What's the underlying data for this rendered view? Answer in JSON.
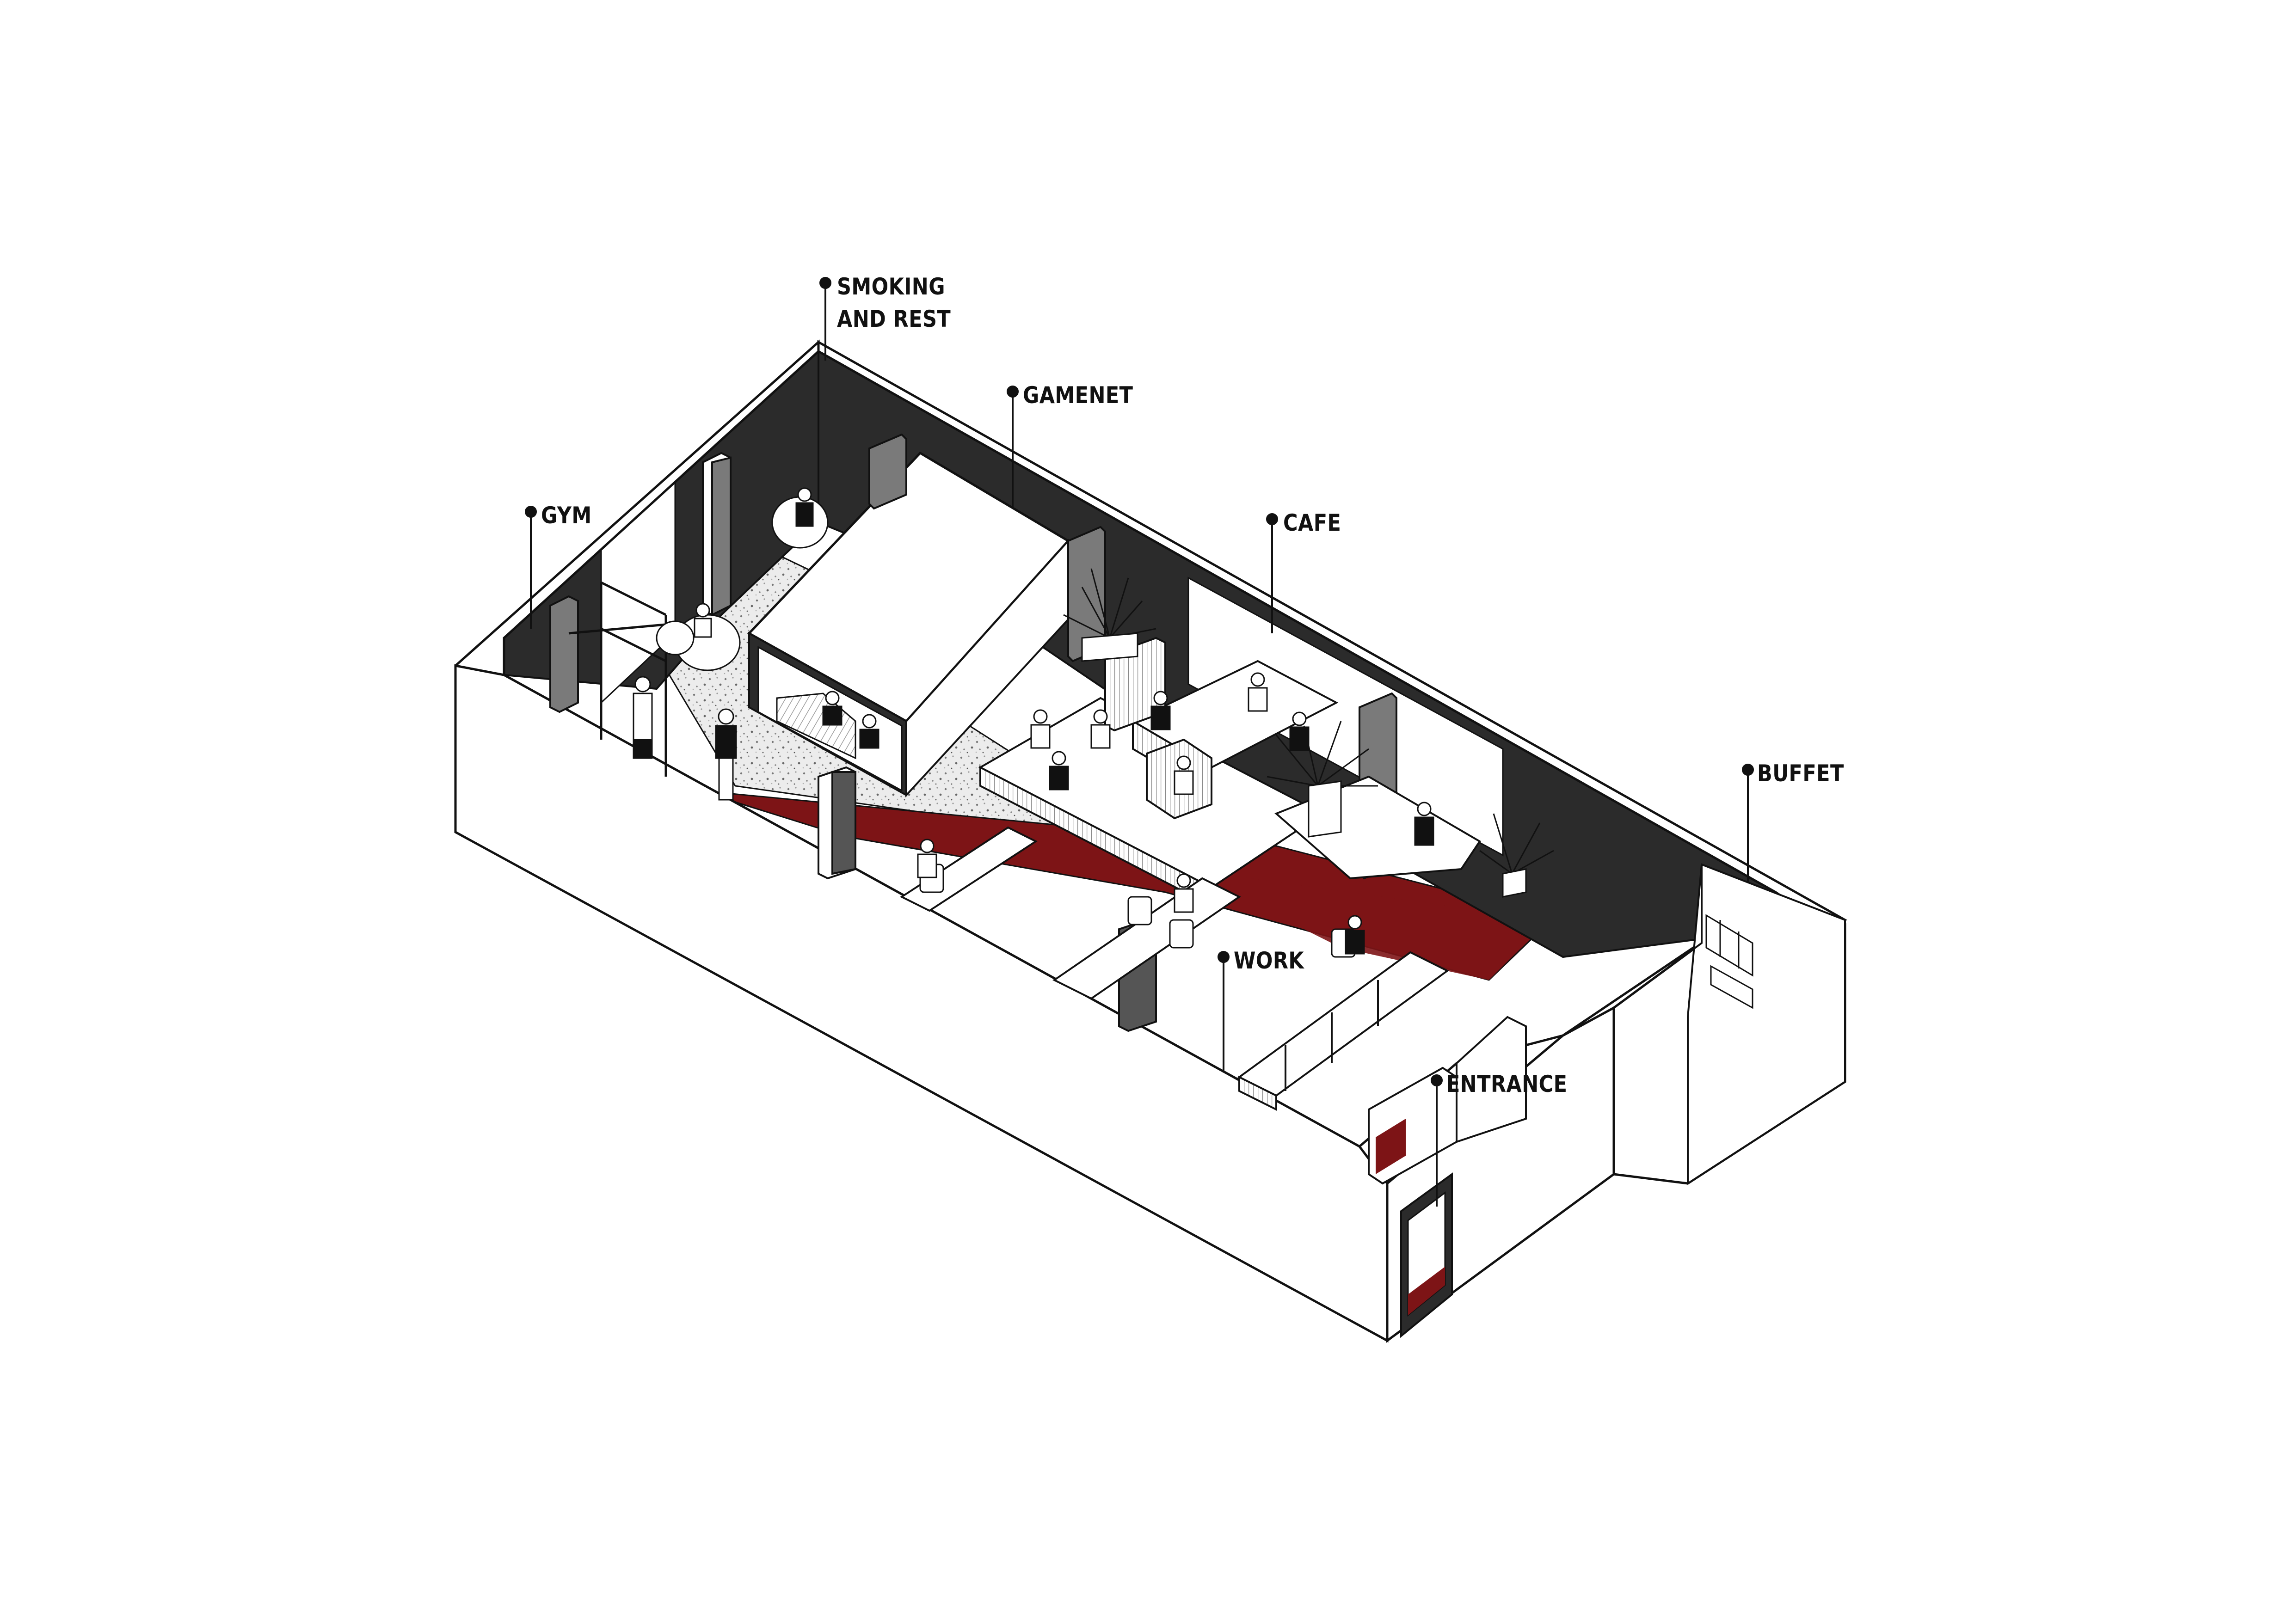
{
  "callouts": {
    "smoking": "SMOKING\nAND REST",
    "gamenet": "GAMENET",
    "gym": "GYM",
    "cafe": "CAFE",
    "buffet": "BUFFET",
    "work": "WORK",
    "entrance": "ENTRANCE"
  },
  "colors": {
    "accent_red": "#7d1416",
    "dark_wall": "#2b2b2b",
    "line": "#111111",
    "white": "#ffffff",
    "terrazzo": "#e6e6e6"
  }
}
